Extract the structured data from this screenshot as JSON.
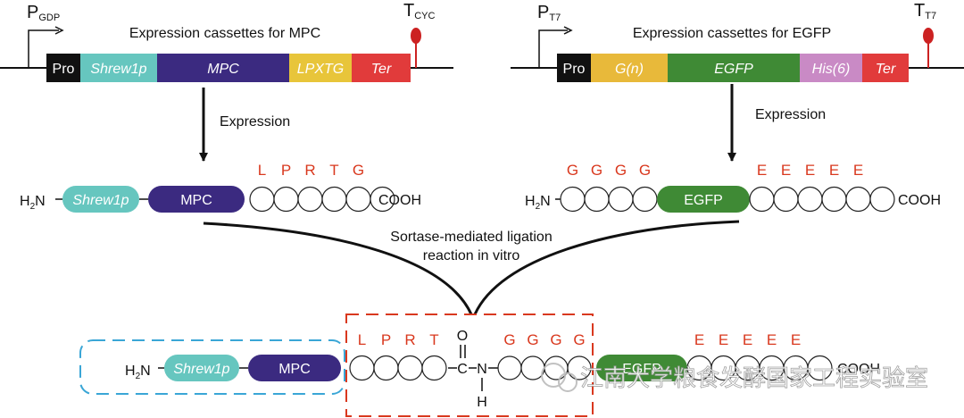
{
  "colors": {
    "pro": "#111111",
    "shrew": "#66c6bf",
    "mpc": "#3b2a80",
    "lpxtg": "#e8c53a",
    "ter": "#e13b3b",
    "gn": "#e8b93a",
    "egfp": "#3f8a35",
    "his": "#c98ac5",
    "residue_text": "#d9381e",
    "terminator": "#cc2222",
    "box_blue": "#3aa6d6",
    "box_red": "#d9381e"
  },
  "left_cassette": {
    "promoter": {
      "letter": "P",
      "sub": "GDP"
    },
    "terminator": {
      "letter": "T",
      "sub": "CYC"
    },
    "title": "Expression cassettes for MPC",
    "segments": [
      {
        "label": "Pro",
        "color_key": "pro",
        "italic": false
      },
      {
        "label": "Shrew1p",
        "color_key": "shrew",
        "italic": true
      },
      {
        "label": "MPC",
        "color_key": "mpc",
        "italic": true
      },
      {
        "label": "LPXTG",
        "color_key": "lpxtg",
        "italic": true
      },
      {
        "label": "Ter",
        "color_key": "ter",
        "italic": true
      }
    ]
  },
  "right_cassette": {
    "promoter": {
      "letter": "P",
      "sub": "T7"
    },
    "terminator": {
      "letter": "T",
      "sub": "T7"
    },
    "title": "Expression cassettes for EGFP",
    "segments": [
      {
        "label": "Pro",
        "color_key": "pro",
        "italic": false
      },
      {
        "label": "G(n)",
        "color_key": "gn",
        "italic": true
      },
      {
        "label": "EGFP",
        "color_key": "egfp",
        "italic": true
      },
      {
        "label": "His(6)",
        "color_key": "his",
        "italic": true
      },
      {
        "label": "Ter",
        "color_key": "ter",
        "italic": true
      }
    ]
  },
  "expression_label": "Expression",
  "left_protein": {
    "n_term": {
      "main": "H",
      "sub": "2",
      "tail": "N"
    },
    "shrew": "Shrew1p",
    "mpc": "MPC",
    "residues": [
      "L",
      "P",
      "R",
      "T",
      "G"
    ],
    "c_term": "COOH"
  },
  "right_protein": {
    "n_term": {
      "main": "H",
      "sub": "2",
      "tail": "N"
    },
    "g_residues": [
      "G",
      "G",
      "G",
      "G"
    ],
    "egfp": "EGFP",
    "e_residues": [
      "E",
      "E",
      "E",
      "E",
      "E"
    ],
    "c_term": "COOH"
  },
  "ligation_text": [
    "Sortase-mediated ligation",
    "reaction in vitro"
  ],
  "product": {
    "n_term": {
      "main": "H",
      "sub": "2",
      "tail": "N"
    },
    "shrew": "Shrew1p",
    "mpc": "MPC",
    "lprt": [
      "L",
      "P",
      "R",
      "T"
    ],
    "carbonyl_o": "O",
    "carbon": "C",
    "nitrogen": "N",
    "hydrogen": "H",
    "gggg": [
      "G",
      "G",
      "G",
      "G"
    ],
    "egfp": "EGFP",
    "eeeee": [
      "E",
      "E",
      "E",
      "E",
      "E"
    ],
    "c_term": "COOH"
  },
  "watermark": "江南大学粮食发酵国家工程实验室"
}
